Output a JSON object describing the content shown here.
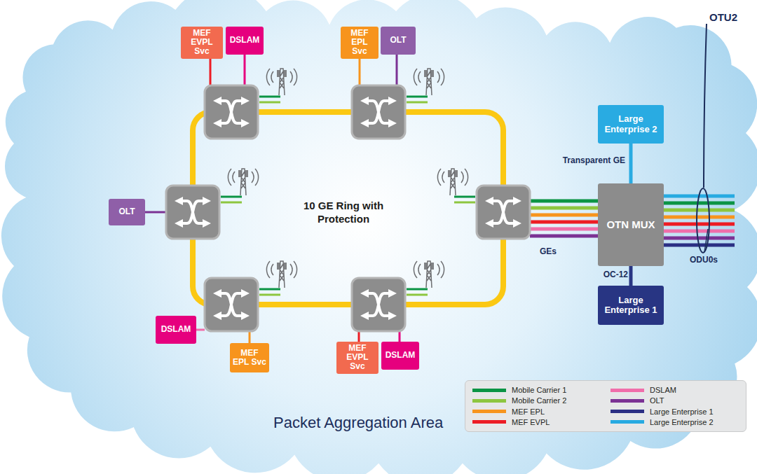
{
  "diagram": {
    "nodes": [
      {
        "text": [
          "MEF EVPL Svc"
        ]
      },
      {
        "text": [
          "DSLAM"
        ]
      },
      {
        "text": [
          "MEF EPL Svc"
        ]
      },
      {
        "text": [
          "OLT"
        ]
      },
      {
        "text": [
          "Large Enterprise 2"
        ]
      },
      {
        "text": [
          "OLT"
        ]
      },
      {
        "text": [
          "OTN MUX"
        ]
      },
      {
        "text": [
          "Large Enterprise 1"
        ]
      },
      {
        "text": [
          "DSLAM"
        ]
      },
      {
        "text": [
          "MEF EPL Svc"
        ]
      },
      {
        "text": [
          "MEF EVPL Svc"
        ]
      },
      {
        "text": [
          "DSLAM"
        ]
      }
    ],
    "edges": [
      {
        "from": 4,
        "to": 6,
        "arrow": "none",
        "label": "Transparent GE"
      },
      {
        "from": 7,
        "to": 6,
        "arrow": "none",
        "label": "OC-12"
      }
    ],
    "labels": [
      "10 GE Ring with Protection",
      "OTU2",
      "GEs",
      "ODU0s",
      "Packet Aggregation Area"
    ],
    "legend": [
      {
        "text": "Mobile Carrier 1",
        "color": "#0b9444"
      },
      {
        "text": "Mobile Carrier 2",
        "color": "#8dc63f"
      },
      {
        "text": "MEF EPL",
        "color": "#f7941d"
      },
      {
        "text": "MEF EVPL",
        "color": "#ed1c24"
      },
      {
        "text": "DSLAM",
        "color": "#f06eaa"
      },
      {
        "text": "OLT",
        "color": "#7b3294"
      },
      {
        "text": "Large Enterprise 1",
        "color": "#2b2f84"
      },
      {
        "text": "Large Enterprise 2",
        "color": "#27aae1"
      }
    ]
  }
}
